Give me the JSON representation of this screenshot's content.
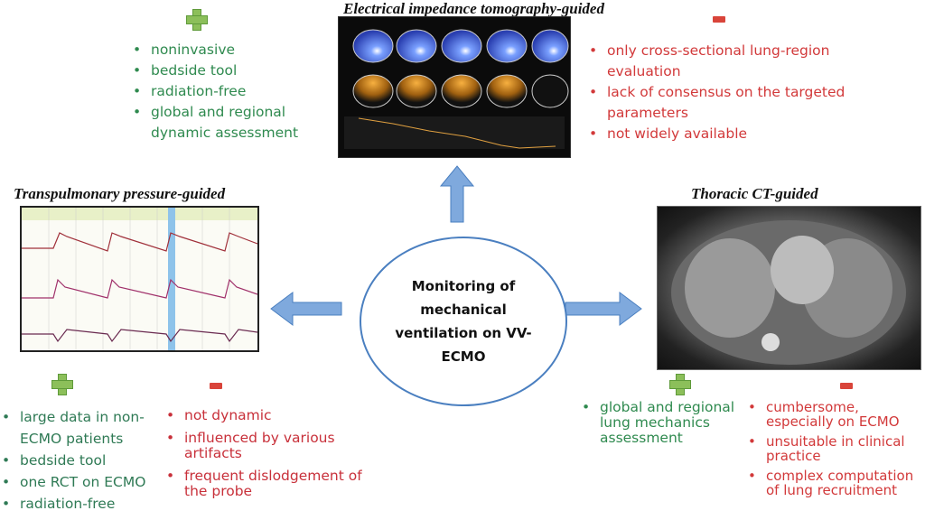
{
  "center": {
    "lines": [
      "Monitoring of",
      "mechanical",
      "ventilation on VV-",
      "ECMO"
    ]
  },
  "eit": {
    "title": "Electrical impedance tomography-guided",
    "pros": [
      "noninvasive",
      "bedside tool",
      "radiation-free",
      "global and regional dynamic assessment"
    ],
    "cons": [
      "only cross-sectional lung-region evaluation",
      "lack of consensus on the targeted parameters",
      "not widely available"
    ]
  },
  "transpulmonary": {
    "title": "Transpulmonary pressure-guided",
    "pros": [
      "large data in non-ECMO patients",
      "bedside tool",
      "one RCT on ECMO",
      "radiation-free"
    ],
    "cons": [
      "not dynamic",
      "influenced by various artifacts",
      "frequent dislodgement of the probe"
    ]
  },
  "ct": {
    "title": "Thoracic CT-guided",
    "pros": [
      "global and regional lung mechanics assessment"
    ],
    "cons": [
      "cumbersome, especially on ECMO",
      "unsuitable in clinical practice",
      "complex computation of lung recruitment"
    ]
  },
  "colors": {
    "pro": "#2f8a4f",
    "con": "#d2393a",
    "arrow": "#6fa0d8",
    "ellipse": "#4a7fc0"
  }
}
